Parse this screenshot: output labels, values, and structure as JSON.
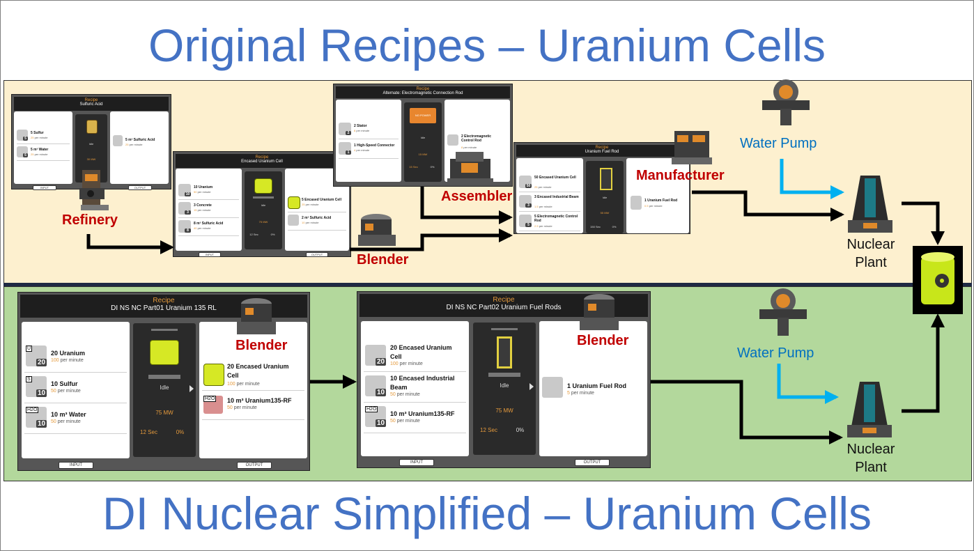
{
  "top_title": "Original Recipes – Uranium Cells",
  "bottom_title": "DI Nuclear Simplified – Uranium Cells",
  "colors": {
    "title": "#4472c4",
    "top_band": "#fdf0cf",
    "bottom_band": "#b3d89c",
    "machine_label": "#c00000",
    "pump_label": "#0070c0",
    "arrow_black": "#000000",
    "arrow_blue": "#00b0f0",
    "accent_orange": "#e59a3c"
  },
  "common": {
    "recipe_word": "Recipe",
    "idle": "Idle",
    "input_btn": "INPUT",
    "output_btn": "OUTPUT",
    "per_minute": "per minute"
  },
  "original": {
    "refinery": {
      "recipe": "Sulfuric Acid",
      "inputs": [
        {
          "qty": "5",
          "name": "5 Sulfur",
          "rate": "25"
        },
        {
          "qty": "5",
          "name": "5 m³ Water",
          "rate": "25"
        }
      ],
      "outputs": [
        {
          "name": "5 m³ Sulfuric Acid",
          "rate": "25"
        }
      ],
      "power": "30 MW"
    },
    "blender": {
      "recipe": "Encased Uranium Cell",
      "inputs": [
        {
          "qty": "10",
          "name": "10 Uranium",
          "rate": "50"
        },
        {
          "qty": "3",
          "name": "3 Concrete",
          "rate": "15"
        },
        {
          "qty": "8",
          "name": "8 m³ Sulfuric Acid",
          "rate": "40"
        }
      ],
      "outputs": [
        {
          "name": "5 Encased Uranium Cell",
          "rate": "25"
        },
        {
          "name": "2 m³ Sulfuric Acid",
          "rate": "10"
        }
      ],
      "power": "75 MW",
      "time": "12 Sec",
      "pct": "0%"
    },
    "assembler": {
      "recipe": "Alternate: Electromagnetic Connection Rod",
      "inputs": [
        {
          "qty": "2",
          "name": "2 Stator",
          "rate": "8"
        },
        {
          "qty": "1",
          "name": "1 High-Speed Connector",
          "rate": "4"
        }
      ],
      "outputs": [
        {
          "name": "2 Electromagnetic Control Rod",
          "rate": "8"
        }
      ],
      "power": "15 MW",
      "time": "15 Sec",
      "pct": "0%",
      "status": "NO POWER"
    },
    "manufacturer": {
      "recipe": "Uranium Fuel Rod",
      "inputs": [
        {
          "qty": "50",
          "name": "50 Encased Uranium Cell",
          "rate": "25"
        },
        {
          "qty": "3",
          "name": "3 Encased Industrial Beam",
          "rate": "1.5"
        },
        {
          "qty": "5",
          "name": "5 Electromagnetic Control Rod",
          "rate": "2.5"
        }
      ],
      "outputs": [
        {
          "name": "1 Uranium Fuel Rod",
          "rate": "0.5"
        }
      ],
      "power": "55 MW",
      "time": "150 Sec",
      "pct": "0%"
    }
  },
  "simplified": {
    "blender1": {
      "recipe": "DI NS NC Part01 Uranium 135 RL",
      "inputs": [
        {
          "qty": "20",
          "name": "20 Uranium",
          "rate": "100",
          "tag": "U"
        },
        {
          "qty": "10",
          "name": "10 Sulfur",
          "rate": "50",
          "tag": "S"
        },
        {
          "qty": "10",
          "name": "10 m³ Water",
          "rate": "50",
          "tag": "H2O"
        }
      ],
      "outputs": [
        {
          "name": "20 Encased Uranium Cell",
          "rate": "100"
        },
        {
          "name": "10 m³ Uranium135-RF",
          "rate": "50",
          "tag": "H2O"
        }
      ],
      "power": "75 MW",
      "time": "12 Sec",
      "pct": "0%"
    },
    "blender2": {
      "recipe": "DI NS NC Part02 Uranium Fuel Rods",
      "inputs": [
        {
          "qty": "20",
          "name": "20 Encased Uranium Cell",
          "rate": "100"
        },
        {
          "qty": "10",
          "name": "10 Encased Industrial Beam",
          "rate": "50"
        },
        {
          "qty": "10",
          "name": "10 m³ Uranium135-RF",
          "rate": "50",
          "tag": "H2O"
        }
      ],
      "outputs": [
        {
          "name": "1 Uranium Fuel Rod",
          "rate": "5"
        }
      ],
      "power": "75 MW",
      "time": "12 Sec",
      "pct": "0%"
    }
  },
  "labels": {
    "refinery": "Refinery",
    "blender": "Blender",
    "assembler": "Assembler",
    "manufacturer": "Manufacturer",
    "water_pump": "Water Pump",
    "nuclear_plant": "Nuclear\nPlant"
  }
}
